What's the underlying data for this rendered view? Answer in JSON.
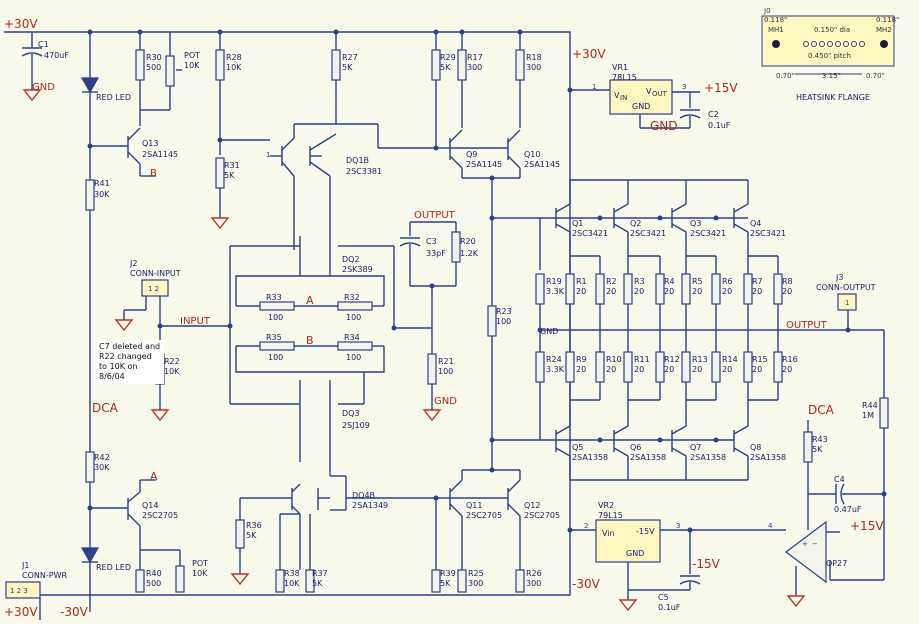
{
  "rails": {
    "p30": "+30V",
    "m30": "-30V",
    "p15": "+15V",
    "m15": "-15V"
  },
  "nets": {
    "gnd": "GND",
    "input": "INPUT",
    "output_top": "OUTPUT",
    "output_main": "OUTPUT",
    "dca": "DCA",
    "a": "A",
    "b": "B"
  },
  "capacitors": {
    "c1": {
      "ref": "C1",
      "val": "470uF"
    },
    "c2": {
      "ref": "C2",
      "val": "0.1uF"
    },
    "c3": {
      "ref": "C3",
      "val": "33pF"
    },
    "c4": {
      "ref": "C4",
      "val": "0.47uF"
    },
    "c5": {
      "ref": "C5",
      "val": "0.1uF"
    }
  },
  "resistors": {
    "r30": {
      "ref": "R30",
      "val": "500"
    },
    "pot_top": {
      "ref": "POT",
      "val": "10K"
    },
    "r28": {
      "ref": "R28",
      "val": "10K"
    },
    "r27": {
      "ref": "R27",
      "val": "5K"
    },
    "r29": {
      "ref": "R29",
      "val": "5K"
    },
    "r17": {
      "ref": "R17",
      "val": "300"
    },
    "r18": {
      "ref": "R18",
      "val": "300"
    },
    "r31": {
      "ref": "R31",
      "val": "5K"
    },
    "r41": {
      "ref": "R41",
      "val": "30K"
    },
    "r20": {
      "ref": "R20",
      "val": "1.2K"
    },
    "r33": {
      "ref": "R33",
      "val": "100"
    },
    "r32": {
      "ref": "R32",
      "val": "100"
    },
    "r35": {
      "ref": "R35",
      "val": "100"
    },
    "r34": {
      "ref": "R34",
      "val": "100"
    },
    "r21": {
      "ref": "R21",
      "val": "100"
    },
    "r23": {
      "ref": "R23",
      "val": "100"
    },
    "r22": {
      "ref": "R22",
      "val": "10K"
    },
    "r42": {
      "ref": "R42",
      "val": "30K"
    },
    "r36": {
      "ref": "R36",
      "val": "5K"
    },
    "r38": {
      "ref": "R38",
      "val": "10K"
    },
    "r37": {
      "ref": "R37",
      "val": "5K"
    },
    "r39": {
      "ref": "R39",
      "val": "5K"
    },
    "r25": {
      "ref": "R25",
      "val": "300"
    },
    "r26": {
      "ref": "R26",
      "val": "300"
    },
    "r40": {
      "ref": "R40",
      "val": "500"
    },
    "pot_bot": {
      "ref": "POT",
      "val": "10K"
    },
    "r19": {
      "ref": "R19",
      "val": "3.3K"
    },
    "r24": {
      "ref": "R24",
      "val": "3.3K"
    },
    "r1": {
      "ref": "R1",
      "val": "20"
    },
    "r2": {
      "ref": "R2",
      "val": "20"
    },
    "r3": {
      "ref": "R3",
      "val": "20"
    },
    "r4": {
      "ref": "R4",
      "val": "20"
    },
    "r5": {
      "ref": "R5",
      "val": "20"
    },
    "r6": {
      "ref": "R6",
      "val": "20"
    },
    "r7": {
      "ref": "R7",
      "val": "20"
    },
    "r8": {
      "ref": "R8",
      "val": "20"
    },
    "r9": {
      "ref": "R9",
      "val": "20"
    },
    "r10": {
      "ref": "R10",
      "val": "20"
    },
    "r11": {
      "ref": "R11",
      "val": "20"
    },
    "r12": {
      "ref": "R12",
      "val": "20"
    },
    "r13": {
      "ref": "R13",
      "val": "20"
    },
    "r14": {
      "ref": "R14",
      "val": "20"
    },
    "r15": {
      "ref": "R15",
      "val": "20"
    },
    "r16": {
      "ref": "R16",
      "val": "20"
    },
    "r43": {
      "ref": "R43",
      "val": "5K"
    },
    "r44": {
      "ref": "R44",
      "val": "1M"
    }
  },
  "transistors": {
    "q13": {
      "ref": "Q13",
      "val": "2SA1145"
    },
    "q14": {
      "ref": "Q14",
      "val": "2SC2705"
    },
    "dq1b": {
      "ref": "DQ1B",
      "val": "2SC3381"
    },
    "dq2": {
      "ref": "DQ2",
      "val": "2SK389"
    },
    "dq3": {
      "ref": "DQ3",
      "val": "2SJ109"
    },
    "dq4b": {
      "ref": "DQ4B",
      "val": "2SA1349"
    },
    "q9": {
      "ref": "Q9",
      "val": "2SA1145"
    },
    "q10": {
      "ref": "Q10",
      "val": "2SA1145"
    },
    "q11": {
      "ref": "Q11",
      "val": "2SC2705"
    },
    "q12": {
      "ref": "Q12",
      "val": "2SC2705"
    },
    "q1": {
      "ref": "Q1",
      "val": "2SC3421"
    },
    "q2": {
      "ref": "Q2",
      "val": "2SC3421"
    },
    "q3": {
      "ref": "Q3",
      "val": "2SC3421"
    },
    "q4": {
      "ref": "Q4",
      "val": "2SC3421"
    },
    "q5": {
      "ref": "Q5",
      "val": "2SA1358"
    },
    "q6": {
      "ref": "Q6",
      "val": "2SA1358"
    },
    "q7": {
      "ref": "Q7",
      "val": "2SA1358"
    },
    "q8": {
      "ref": "Q8",
      "val": "2SA1358"
    }
  },
  "leds": {
    "top": "RED LED",
    "bottom": "RED LED"
  },
  "connectors": {
    "j1": {
      "ref": "J1",
      "name": "CONN-PWR",
      "pins": "1 2 3"
    },
    "j2": {
      "ref": "J2",
      "name": "CONN-INPUT",
      "pins": "1 2"
    },
    "j3": {
      "ref": "J3",
      "name": "CONN-OUTPUT",
      "pins": "1"
    }
  },
  "regulators": {
    "vr1": {
      "ref": "VR1",
      "part": "78L15",
      "vin": "V",
      "vin_sub": "IN",
      "vout": "V",
      "vout_sub": "OUT",
      "gnd": "GND"
    },
    "vr2": {
      "ref": "VR2",
      "part": "79L15",
      "vin": "Vin",
      "gnd": "GND",
      "out": "-15V"
    }
  },
  "opamp": {
    "ref": "OP27"
  },
  "note": "C7 deleted and R22 changed to 10K on 8/6/04",
  "heatsink": {
    "ref": "J0",
    "mh1": "MH1",
    "mh2": "MH2",
    "inch_left": "0.118\"",
    "inch_right": "0.118\"",
    "dia": "0.150\" dia",
    "pitch": "0.450\" pitch",
    "d1": "0.70\"",
    "d2": "3.15\"",
    "d3": "0.70\"",
    "title": "HEATSINK FLANGE"
  },
  "colors": {
    "wire": "#2b3f8c",
    "net_label": "#b0281a",
    "ground": "#c03020",
    "background": "#f9f9ec"
  }
}
